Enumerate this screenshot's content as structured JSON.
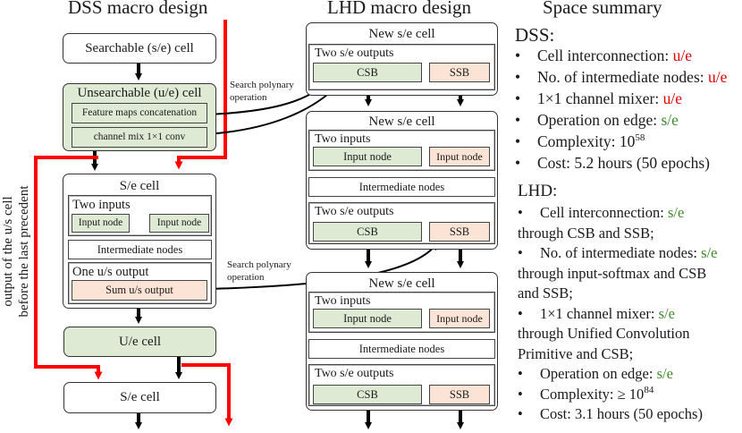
{
  "dss": {
    "title": "DSS macro design",
    "searchable_cell": "Searchable (s/e) cell",
    "unsearchable_cell": {
      "title": "Unsearchable (u/e) cell",
      "items": [
        "Feature maps concatenation",
        "channel mix 1×1 conv"
      ]
    },
    "se_cell": {
      "title": "S/e cell",
      "inputs_label": "Two inputs",
      "input_nodes": [
        "Input node",
        "Input node"
      ],
      "intermediate": "Intermediate nodes",
      "output_label": "One u/s output",
      "output_node": "Sum u/s output"
    },
    "ue_cell": "U/e cell",
    "se_cell_bottom": "S/e cell",
    "side_label": [
      "output of the u/s cell",
      "before the last precedent"
    ]
  },
  "annotations": {
    "search_op_top": [
      "Search polynary",
      "operation"
    ],
    "search_op_bottom": [
      "Search polynary",
      "operation"
    ]
  },
  "lhd": {
    "title": "LHD macro design",
    "cells": [
      {
        "title": "New s/e cell",
        "outputs_label": "Two s/e outputs",
        "outputs": [
          "CSB",
          "SSB"
        ]
      },
      {
        "title": "New s/e cell",
        "inputs_label": "Two inputs",
        "inputs": [
          "Input node",
          "Input node"
        ],
        "intermediate": "Intermediate nodes",
        "outputs_label": "Two s/e outputs",
        "outputs": [
          "CSB",
          "SSB"
        ]
      },
      {
        "title": "New s/e cell",
        "inputs_label": "Two inputs",
        "inputs": [
          "Input node",
          "Input node"
        ],
        "intermediate": "Intermediate nodes",
        "outputs_label": "Two s/e outputs",
        "outputs": [
          "CSB",
          "SSB"
        ]
      }
    ]
  },
  "summary": {
    "title": "Space summary",
    "dss": {
      "heading": "DSS:",
      "items": [
        {
          "label": "Cell interconnection: ",
          "value": "u/e",
          "color": "#e00000"
        },
        {
          "label": "No. of intermediate nodes: ",
          "value": "u/e",
          "color": "#e00000"
        },
        {
          "label": "1×1 channel mixer: ",
          "value": "u/e",
          "color": "#e00000"
        },
        {
          "label": "Operation on edge: ",
          "value": "s/e",
          "color": "#3e8a2a"
        },
        {
          "label": "Complexity: 10",
          "sup": "58"
        },
        {
          "label": "Cost: 5.2 hours (50 epochs)"
        }
      ]
    },
    "lhd": {
      "heading": "LHD:",
      "items": [
        {
          "label": "Cell interconnection: ",
          "value": "s/e",
          "color": "#3e8a2a",
          "cont": [
            "through CSB and SSB;"
          ]
        },
        {
          "label": "No. of intermediate nodes: ",
          "value": "s/e",
          "color": "#3e8a2a",
          "cont": [
            "through input-softmax and CSB",
            "and SSB;"
          ]
        },
        {
          "label": "1×1 channel mixer: ",
          "value": "s/e",
          "color": "#3e8a2a",
          "cont": [
            "through Unified Convolution",
            "Primitive and CSB;"
          ]
        },
        {
          "label": "Operation on edge: ",
          "value": "s/e",
          "color": "#3e8a2a"
        },
        {
          "label": "Complexity: ≥ 10",
          "sup": "84"
        },
        {
          "label": "Cost: 3.1 hours (50 epochs)"
        }
      ]
    }
  },
  "colors": {
    "green_fill": "#dfead5",
    "peach_fill": "#fbe4d6",
    "red_path": "#ff0000",
    "ue_text": "#e00000",
    "se_text": "#3e8a2a"
  }
}
